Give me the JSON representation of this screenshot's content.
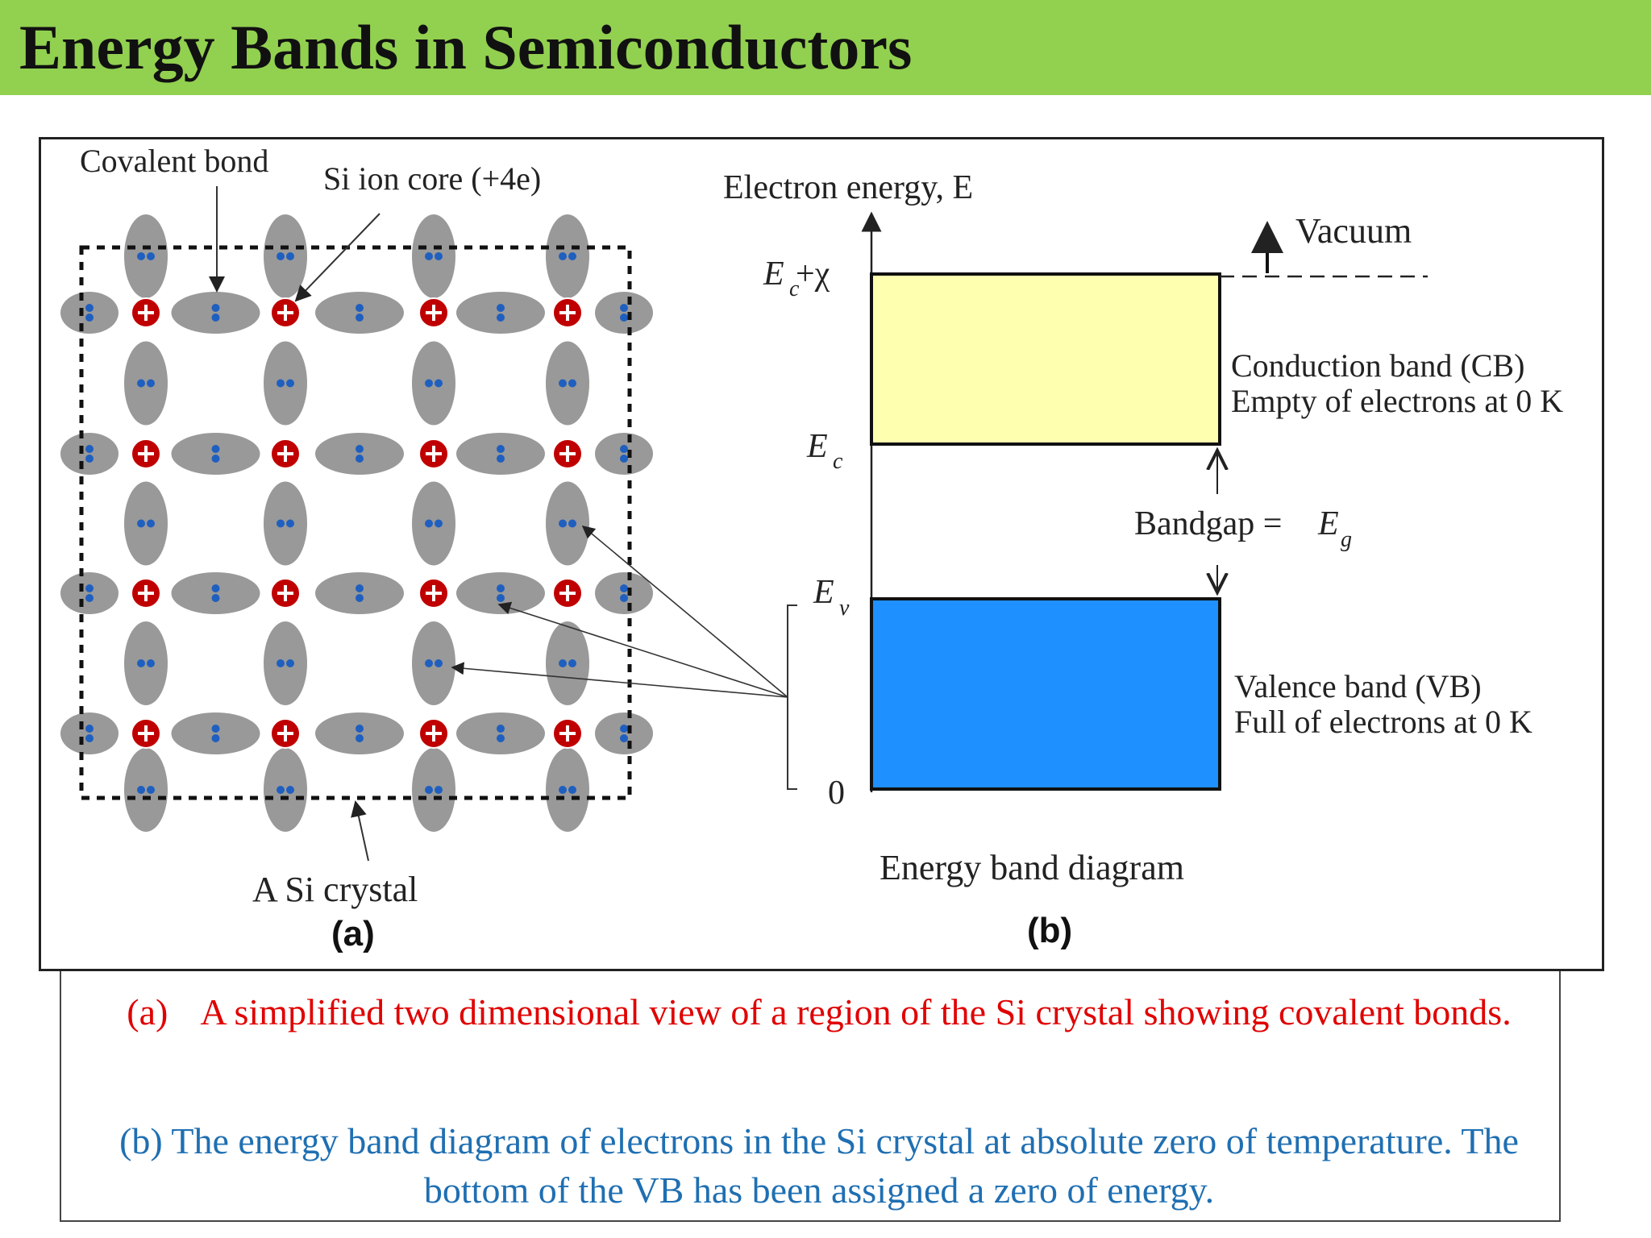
{
  "slide": {
    "title": "Energy Bands in Semiconductors"
  },
  "crystal_panel": {
    "covalent_bond_label": "Covalent bond",
    "ion_core_label": "Si ion core (+4e)",
    "crystal_label": "A Si crystal",
    "panel_label": "(a)"
  },
  "band_panel": {
    "axis_label": "Electron energy, E",
    "vacuum_label": "Vacuum",
    "level_ec_chi": "Ec+χ",
    "level_ec": "Ec",
    "level_ev": "Ev",
    "level_zero": "0",
    "conduction_band_line1": "Conduction band (CB)",
    "conduction_band_line2": "Empty of electrons at 0 K",
    "bandgap_label": "Bandgap = Eg",
    "valence_band_line1": "Valence band (VB)",
    "valence_band_line2": "Full of electrons at 0 K",
    "diagram_label": "Energy band diagram",
    "panel_label": "(b)",
    "conduction_band_color": "#ffffb0",
    "valence_band_color": "#1e90ff"
  },
  "captions": {
    "a_label": "(a)",
    "a_text": "A simplified two dimensional view of a region of the Si crystal showing covalent bonds.",
    "b_text": "(b) The energy band diagram of electrons in the Si crystal at absolute zero of temperature. The bottom of the VB has been assigned a zero of energy."
  },
  "colors": {
    "title_bar": "#92d050",
    "caption_a": "#e00000",
    "caption_b": "#1f6fb2",
    "ion_core": "#c00000",
    "bond_lobe": "#999999",
    "electron": "#1f5fbf"
  }
}
